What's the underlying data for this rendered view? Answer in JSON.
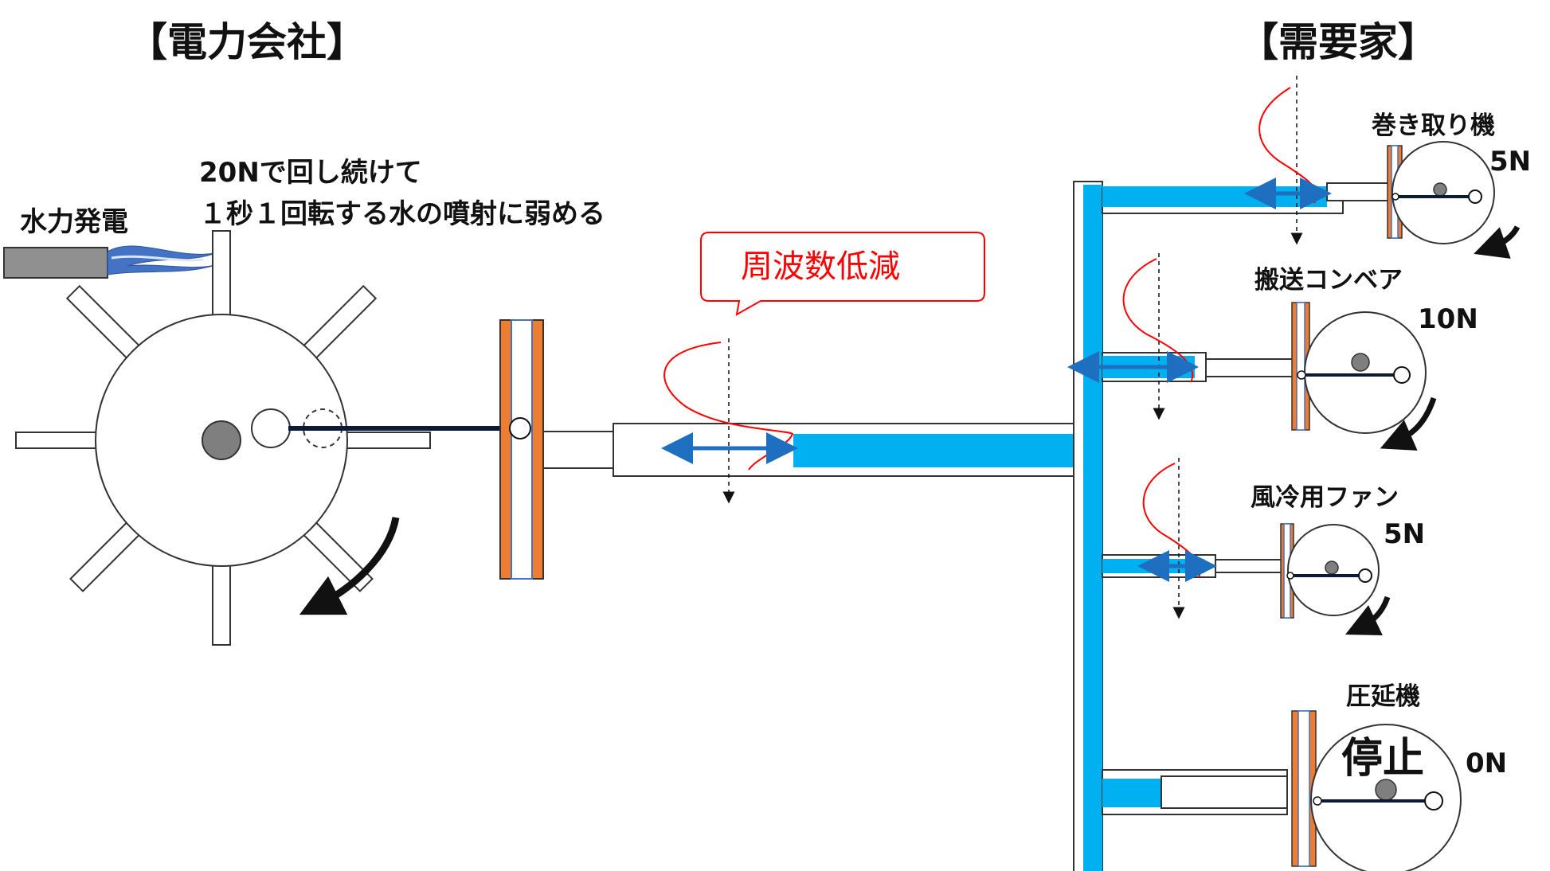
{
  "headings": {
    "left": "【電力会社】",
    "right": "【需要家】"
  },
  "supplier": {
    "source_label": "水力発電",
    "note_line1": "20Nで回し続けて",
    "note_line2": "１秒１回転する水の噴射に弱める",
    "callout": "周波数低減"
  },
  "consumers": [
    {
      "name": "巻き取り機",
      "load": "5N",
      "state": ""
    },
    {
      "name": "搬送コンベア",
      "load": "10N",
      "state": ""
    },
    {
      "name": "風冷用ファン",
      "load": "5N",
      "state": ""
    },
    {
      "name": "圧延機",
      "load": "0N",
      "state": "停止"
    }
  ],
  "colors": {
    "water": "#00b0f0",
    "arrow": "#1f6fc0",
    "plate": "#ed7d31",
    "plate_inner": "#4472c4",
    "wave": "#ff0000",
    "jet": "#4472c4",
    "pipe": "#888888"
  }
}
